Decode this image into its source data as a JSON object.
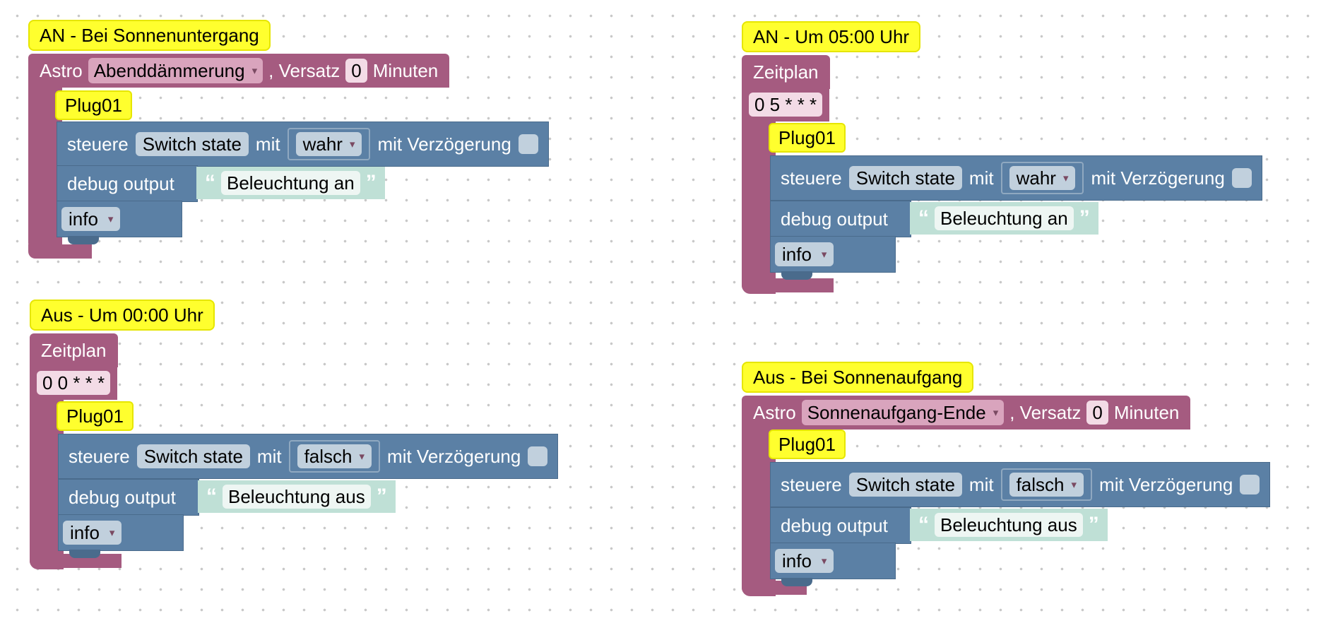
{
  "scripts": [
    {
      "id": "s1",
      "comment": "AN - Bei Sonnenuntergang",
      "kind": "astro",
      "astro_label": "Astro",
      "astro_value": "Abenddämmerung",
      "offset_label": ", Versatz",
      "offset_value": "0",
      "unit": "Minuten",
      "device": "Plug01",
      "control_label": "steuere",
      "state": "Switch state",
      "with_label": "mit",
      "value": "wahr",
      "delay_label": "mit Verzögerung",
      "debug_label": "debug output",
      "text": "Beleuchtung an",
      "level": "info"
    },
    {
      "id": "s2",
      "comment": "AN - Um 05:00 Uhr",
      "kind": "schedule",
      "schedule_label": "Zeitplan",
      "cron": "0 5 * * *",
      "device": "Plug01",
      "control_label": "steuere",
      "state": "Switch state",
      "with_label": "mit",
      "value": "wahr",
      "delay_label": "mit Verzögerung",
      "debug_label": "debug output",
      "text": "Beleuchtung an",
      "level": "info"
    },
    {
      "id": "s3",
      "comment": "Aus - Um 00:00 Uhr",
      "kind": "schedule",
      "schedule_label": "Zeitplan",
      "cron": "0 0 * * *",
      "device": "Plug01",
      "control_label": "steuere",
      "state": "Switch state",
      "with_label": "mit",
      "value": "falsch",
      "delay_label": "mit Verzögerung",
      "debug_label": "debug output",
      "text": "Beleuchtung aus",
      "level": "info"
    },
    {
      "id": "s4",
      "comment": "Aus - Bei Sonnenaufgang",
      "kind": "astro",
      "astro_label": "Astro",
      "astro_value": "Sonnenaufgang-Ende",
      "offset_label": ", Versatz",
      "offset_value": "0",
      "unit": "Minuten",
      "device": "Plug01",
      "control_label": "steuere",
      "state": "Switch state",
      "with_label": "mit",
      "value": "falsch",
      "delay_label": "mit Verzögerung",
      "debug_label": "debug output",
      "text": "Beleuchtung aus",
      "level": "info"
    }
  ],
  "icons": {
    "dropdown": "▾",
    "open_quote": "“",
    "close_quote": "”"
  },
  "colors": {
    "event_block": "#a55b80",
    "action_block": "#5b80a5",
    "text_block": "#bfe0d6",
    "comment": "#ffff2e"
  }
}
